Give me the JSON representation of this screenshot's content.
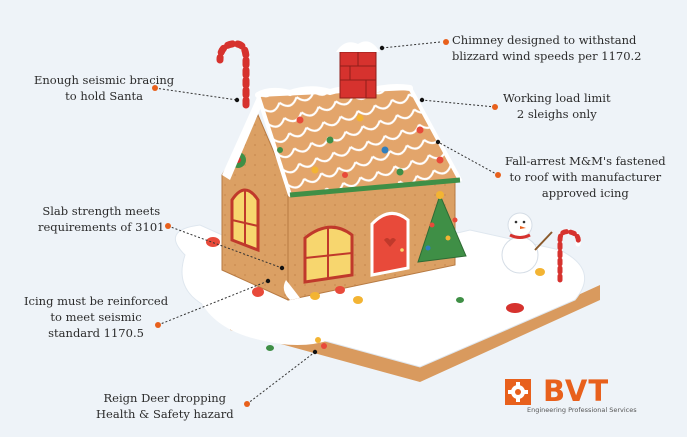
{
  "colors": {
    "background": "#eef3f8",
    "accent": "#e8601c",
    "gingerbread": "#d9a066",
    "icing": "#ffffff",
    "roof": "#e2a86f",
    "chimney": "#d6322e",
    "text": "#2b2b2b"
  },
  "callouts": {
    "chimney": [
      "Chimney designed to withstand",
      "blizzard wind speeds per 1170.2"
    ],
    "seismic_bracing": [
      "Enough seismic bracing",
      "to hold Santa"
    ],
    "working_load": [
      "Working load limit",
      "2 sleighs only"
    ],
    "fall_arrest": [
      "Fall-arrest M&M's fastened",
      "to roof with manufacturer",
      "approved icing"
    ],
    "slab_strength": [
      "Slab strength meets",
      "requirements of 3101"
    ],
    "icing_reinforced": [
      "Icing must be reinforced",
      "to meet seismic",
      "standard 1170.5"
    ],
    "reign_deer": [
      "Reign Deer dropping",
      "Health & Safety hazard"
    ]
  },
  "logo": {
    "name": "BVT",
    "tagline": "Engineering Professional Services",
    "icon": "gear-icon"
  }
}
